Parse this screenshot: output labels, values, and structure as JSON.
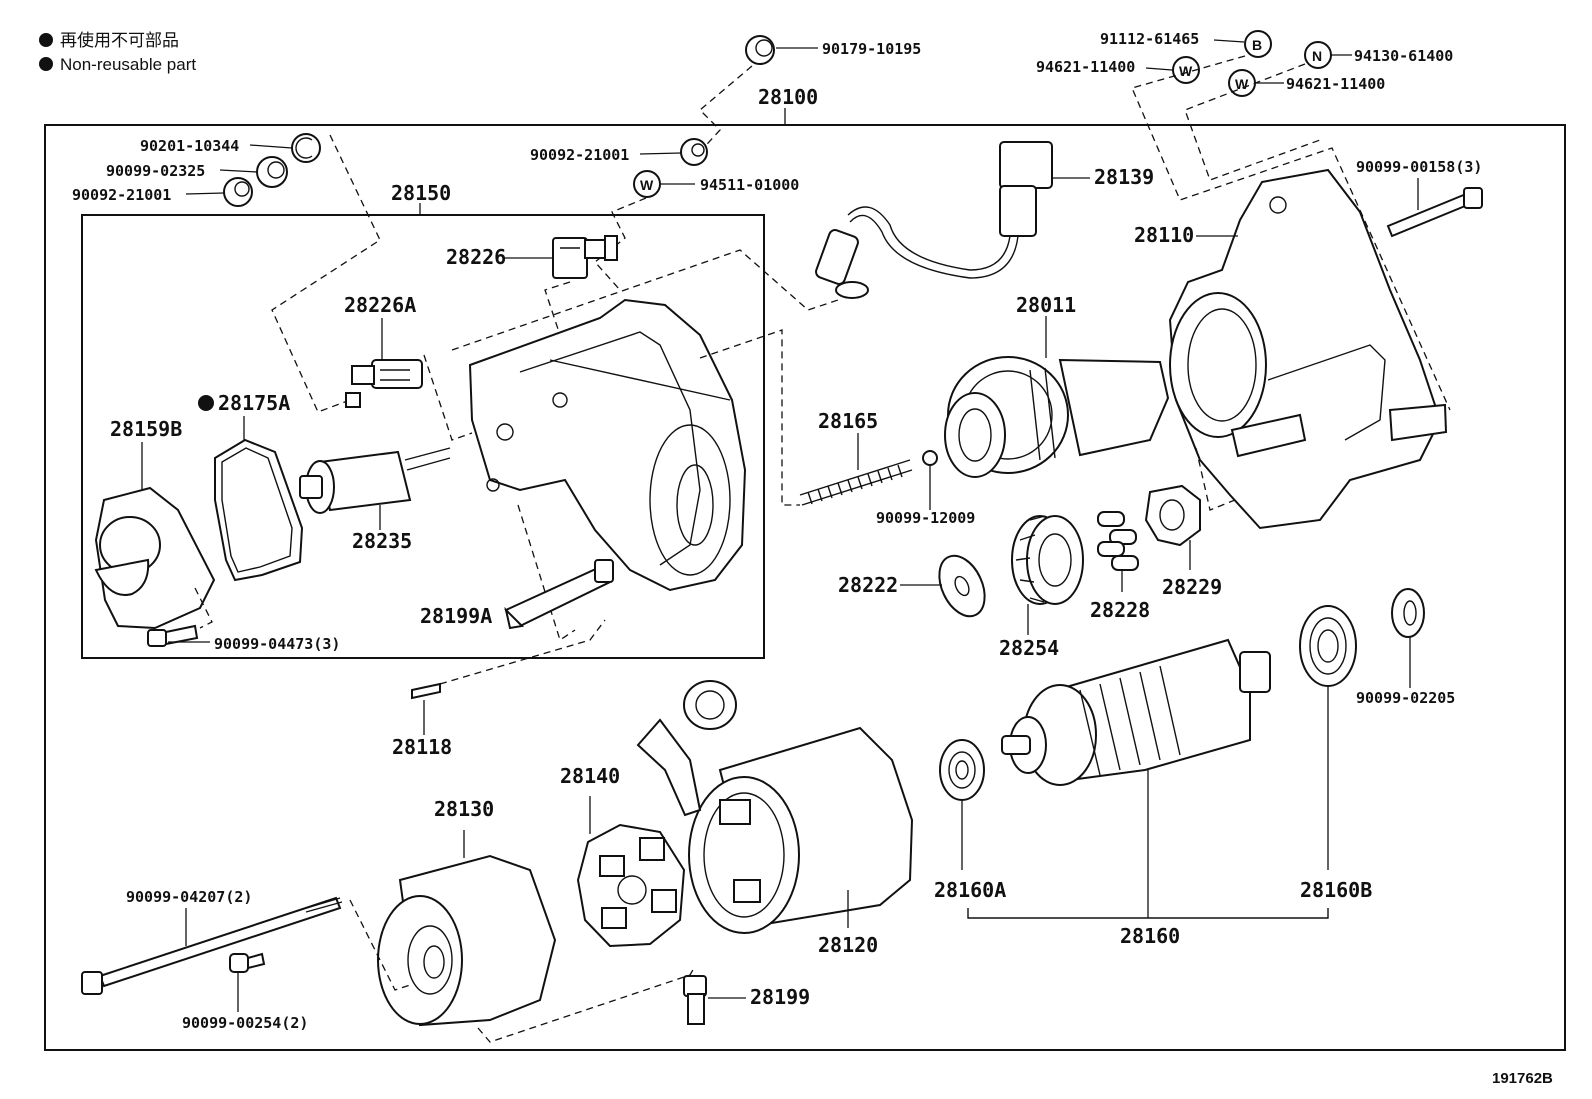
{
  "legend": {
    "japanese": "再使用不可部品",
    "english": "Non-reusable part"
  },
  "figure_id": "191762B",
  "labels": {
    "l28100": "28100",
    "l28150": "28150",
    "l90179_10195": "90179-10195",
    "l90201_10344": "90201-10344",
    "l90099_02325": "90099-02325",
    "l90092_21001_left": "90092-21001",
    "l90092_21001_top": "90092-21001",
    "l94511_01000": "94511-01000",
    "l28226": "28226",
    "l28226A": "28226A",
    "l28175A": "28175A",
    "l28159B": "28159B",
    "l28235": "28235",
    "l28199A": "28199A",
    "l90099_04473": "90099-04473(3)",
    "l28118": "28118",
    "l28139": "28139",
    "l28011": "28011",
    "l28165": "28165",
    "l90099_12009": "90099-12009",
    "l28222": "28222",
    "l28254": "28254",
    "l28228": "28228",
    "l28229": "28229",
    "l28110": "28110",
    "l90099_00158": "90099-00158(3)",
    "l91112_61465": "91112-61465",
    "l94621_11400_a": "94621-11400",
    "l94130_61400": "94130-61400",
    "l94621_11400_b": "94621-11400",
    "l90099_02205": "90099-02205",
    "l28130": "28130",
    "l28140": "28140",
    "l28120": "28120",
    "l28199": "28199",
    "l90099_04207": "90099-04207(2)",
    "l90099_00254": "90099-00254(2)",
    "l28160A": "28160A",
    "l28160": "28160",
    "l28160B": "28160B"
  },
  "badges": {
    "b_B": "B",
    "b_W1": "W",
    "b_N": "N",
    "b_W2": "W",
    "b_W3": "W"
  }
}
